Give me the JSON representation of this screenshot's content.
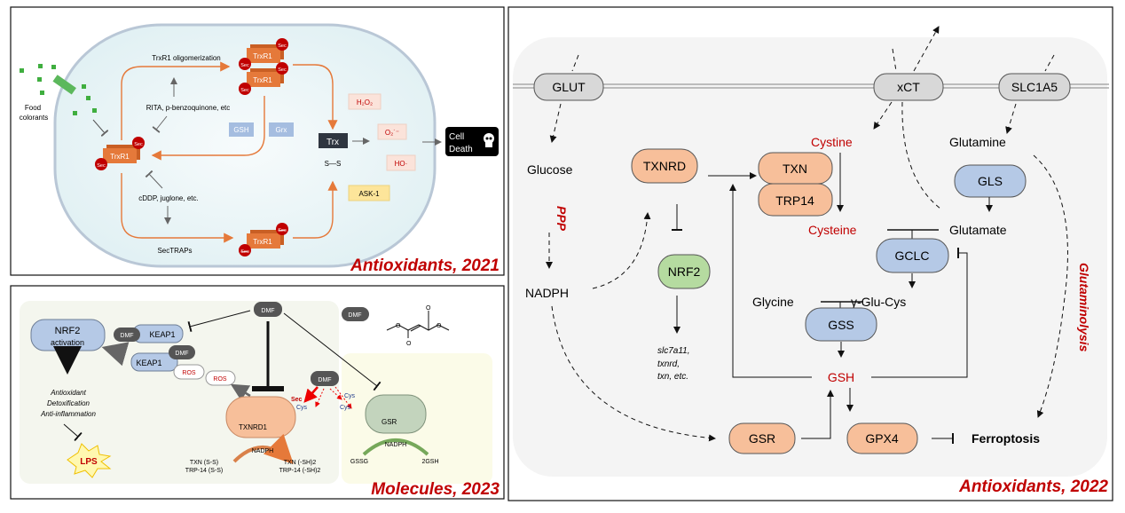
{
  "panel_top_left": {
    "citation": "Antioxidants, 2021",
    "food_colorants": [
      "Food",
      "colorants"
    ],
    "trxr1_label": "TrxR1",
    "sec_label": "Sec",
    "oligomerization": "TrxR1 oligomerization",
    "rita": "RITA, p-benzoquinone, etc",
    "cddp": "cDDP, juglone, etc.",
    "sectraps": "SecTRAPs",
    "gsh": "GSH",
    "grx": "Grx",
    "trx": "Trx",
    "ss": "S—S",
    "h2o2": "H₂O₂",
    "o2": "O₂˙⁻",
    "ho": "HO·",
    "ask1": "ASK-1",
    "cell_death": [
      "Cell",
      "Death"
    ],
    "icons": [
      "skull-icon"
    ]
  },
  "panel_bottom_left": {
    "citation": "Molecules, 2023",
    "nrf2": [
      "NRF2",
      "activation"
    ],
    "dmf": "DMF",
    "keap1": "KEAP1",
    "ros": "ROS",
    "effects": [
      "Antioxidant",
      "Detoxification",
      "Anti-inflammation"
    ],
    "lps": "LPS",
    "txnrd1": "TXNRD1",
    "gsr": "GSR",
    "sec": "Sec",
    "cys": "Cys",
    "nadph": "NADPH",
    "txn_left": [
      "TXN (S-S)",
      "TRP-14 (S-S)"
    ],
    "txn_right": [
      "TXN (-SH)2",
      "TRP-14 (-SH)2"
    ],
    "gssg": "GSSG",
    "gsh2": "2GSH",
    "molecule_atoms": [
      "O",
      "O",
      "O",
      "O"
    ]
  },
  "panel_right": {
    "citation": "Antioxidants, 2022",
    "glut": "GLUT",
    "xct": "xCT",
    "slc1a5": "SLC1A5",
    "glucose": "Glucose",
    "ppp": "PPP",
    "nadph": "NADPH",
    "txnrd": "TXNRD",
    "nrf2": "NRF2",
    "targets": [
      "slc7a11,",
      "txnrd,",
      "txn, etc."
    ],
    "txn": "TXN",
    "trp14": "TRP14",
    "cystine": "Cystine",
    "cysteine": "Cysteine",
    "glutamine": "Glutamine",
    "gls": "GLS",
    "glutamate": "Glutamate",
    "gclc": "GCLC",
    "glycine": "Glycine",
    "gglucys": "γ-Glu-Cys",
    "gss": "GSS",
    "gsh": "GSH",
    "gsr": "GSR",
    "gpx4": "GPX4",
    "ferroptosis": "Ferroptosis",
    "glutaminolysis": "Glutaminolysis"
  },
  "colors": {
    "citation_red": "#c00000",
    "trxr_orange": "#e5793a",
    "enzyme_orange": "#f7bf9a",
    "enzyme_blue": "#b5c9e6",
    "enzyme_green": "#b5dba0",
    "transporter_gray": "#d8d8d8"
  }
}
